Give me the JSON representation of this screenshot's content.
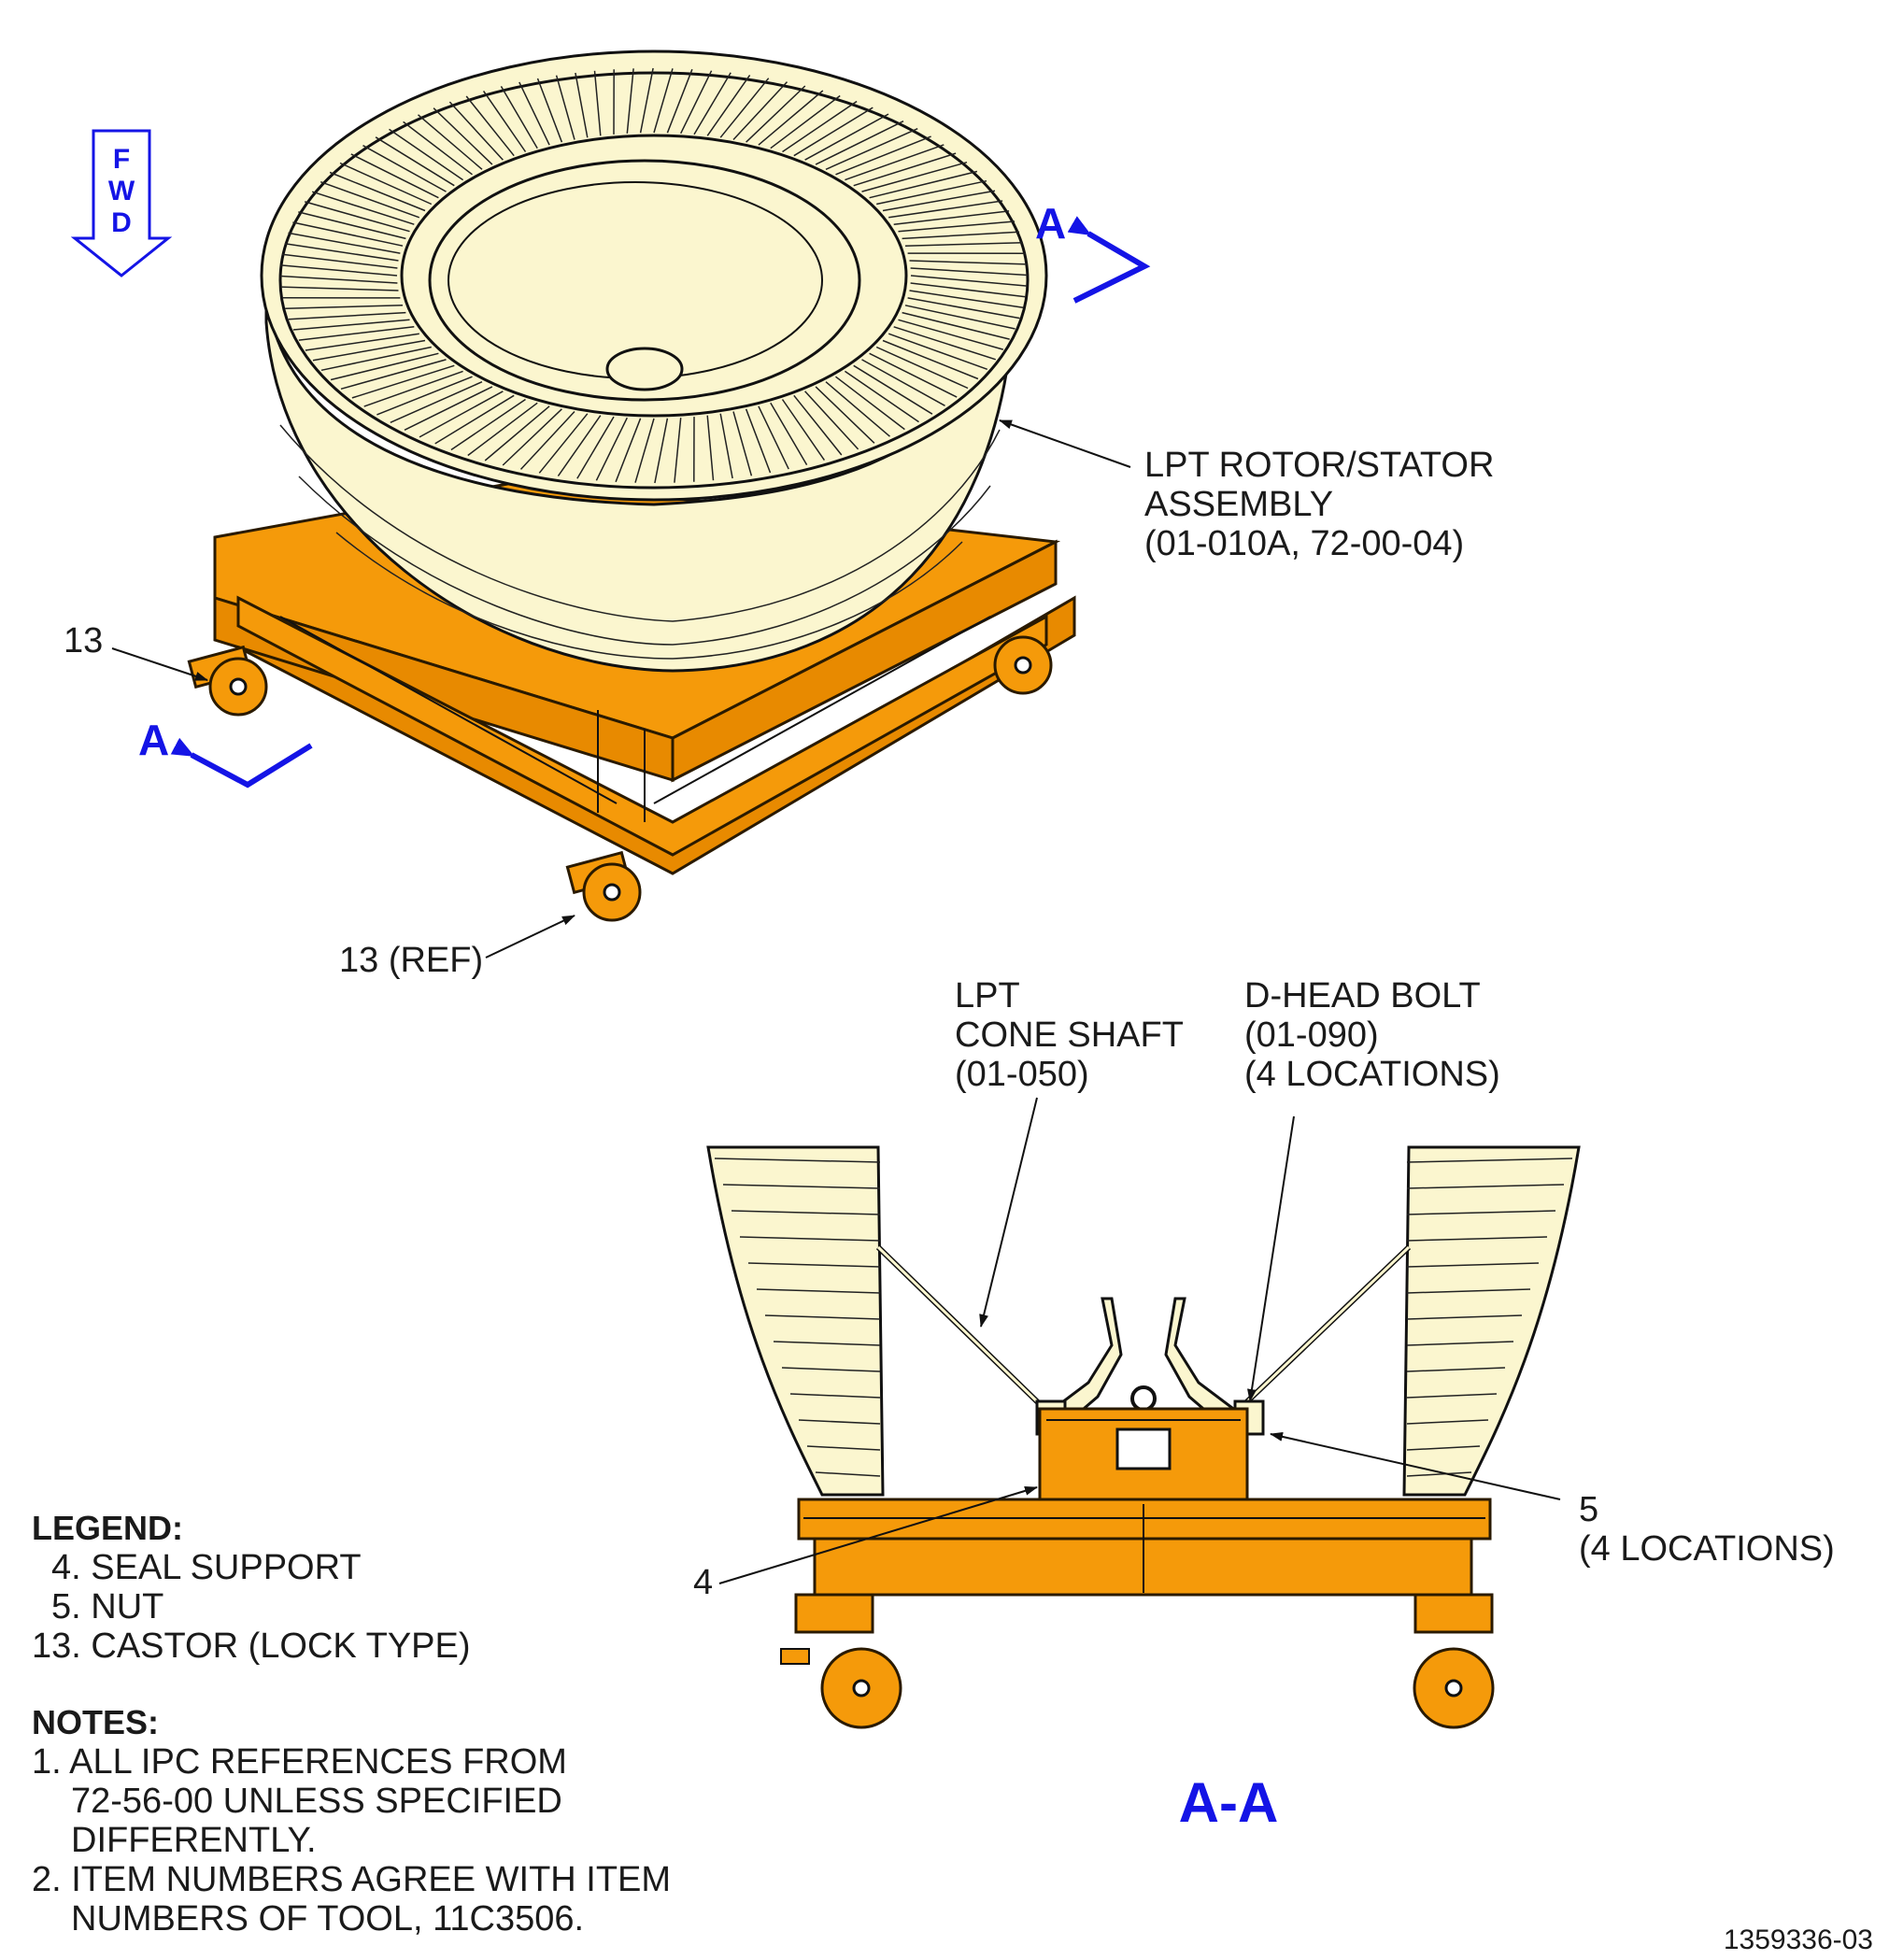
{
  "fwd_label": [
    "F",
    "W",
    "D"
  ],
  "section_marker": "A",
  "section_title": "A-A",
  "callouts": {
    "lpt_assembly": [
      "LPT ROTOR/STATOR",
      "ASSEMBLY",
      "(01-010A, 72-00-04)"
    ],
    "castor": "13",
    "castor_ref": "13 (REF)",
    "cone_shaft": [
      "LPT",
      "CONE SHAFT",
      "(01-050)"
    ],
    "dhead_bolt": [
      "D-HEAD BOLT",
      "(01-090)",
      "(4 LOCATIONS)"
    ],
    "nut": [
      "5",
      "(4 LOCATIONS)"
    ],
    "seal_support": "4"
  },
  "legend": {
    "title": "LEGEND:",
    "items": [
      "4. SEAL SUPPORT",
      "5. NUT",
      "13. CASTOR (LOCK TYPE)"
    ]
  },
  "notes": {
    "title": "NOTES:",
    "items": [
      [
        "1. ALL IPC REFERENCES FROM",
        "72-56-00 UNLESS SPECIFIED",
        "DIFFERENTLY."
      ],
      [
        "2. ITEM NUMBERS AGREE WITH ITEM",
        "NUMBERS OF TOOL, 11C3506."
      ]
    ]
  },
  "figure_number": "1359336-03",
  "colors": {
    "accent_blue": "#1414e6",
    "fixture_orange": "#f59a0a",
    "part_cream": "#fbf6cf"
  }
}
